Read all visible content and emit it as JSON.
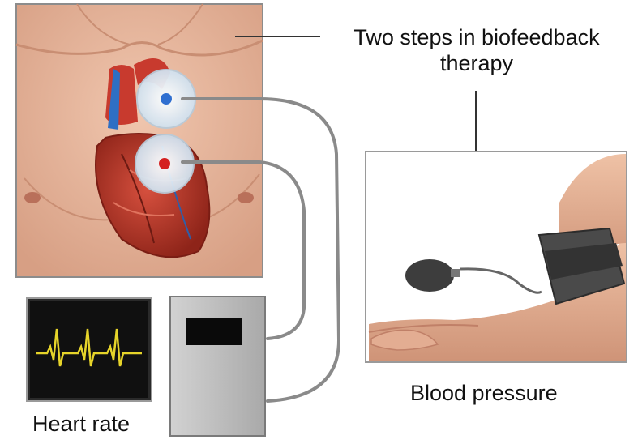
{
  "title": "Two steps in biofeedback therapy",
  "labels": {
    "heart_rate": "Heart rate",
    "blood_pressure": "Blood pressure"
  },
  "colors": {
    "skin": "#e8b79c",
    "skin_shadow": "#cf9479",
    "heart": "#b7352a",
    "vein": "#2f6fc4",
    "cable": "#8a8a8a",
    "monitor_screen": "#101010",
    "ecg_trace": "#e6d42a",
    "device_body": "#bdbdbd",
    "cuff": "#4a4a4a"
  },
  "icons": {
    "electrode_blue": "electrode-blue-icon",
    "electrode_red": "electrode-red-icon",
    "bulb": "bulb-pump-icon"
  }
}
